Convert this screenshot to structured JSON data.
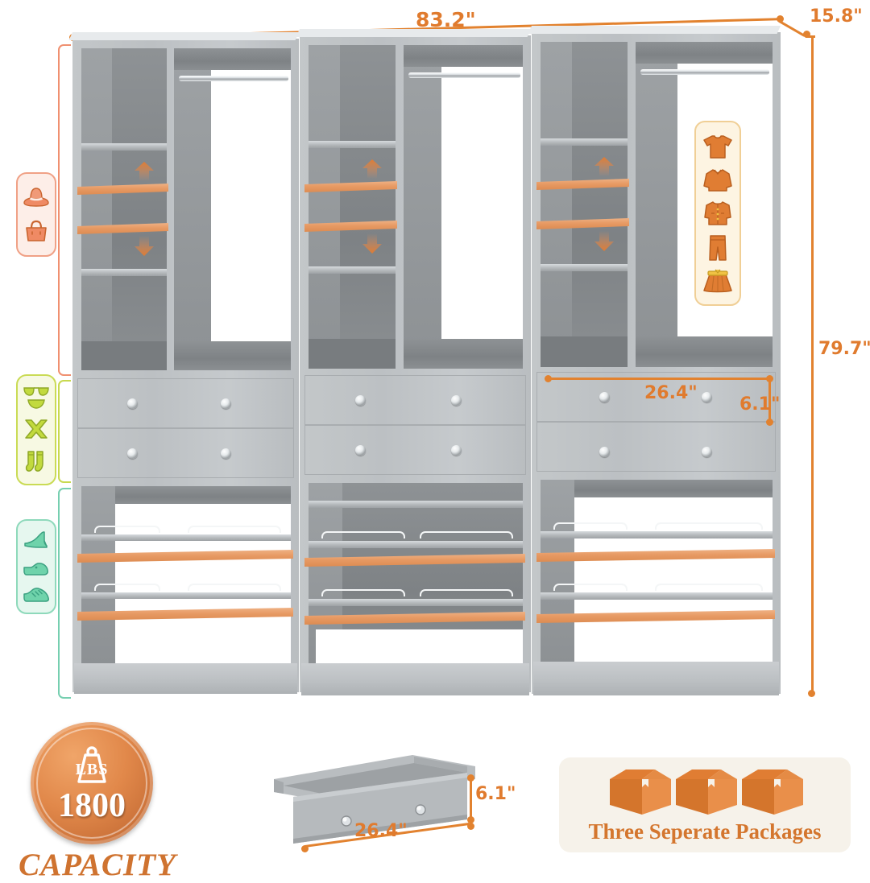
{
  "product": {
    "type": "closet-organizer-system",
    "units": 3
  },
  "dimensions": {
    "width": "83.2\"",
    "depth": "15.8\"",
    "height": "79.7\"",
    "drawer_width": "26.4\"",
    "drawer_height": "6.1\"",
    "drawer_detail_width": "26.4\"",
    "drawer_detail_height": "6.1\""
  },
  "colors": {
    "accent": "#E2822F",
    "dim_text": "#E07B2E",
    "cabinet": "#bfc3c6",
    "shelf_orange": "#e79a64",
    "card_pink_border": "#f0a186",
    "card_lime_border": "#cadb55",
    "card_mint_border": "#8ed9bb",
    "card_cream_border": "#f0cf96",
    "badge_orange": "#d4762e"
  },
  "left_icon_groups": [
    {
      "name": "accessories",
      "style": "pink",
      "icons": [
        "sun-hat-icon",
        "handbag-icon"
      ]
    },
    {
      "name": "intimates",
      "style": "lime",
      "icons": [
        "bikini-icon",
        "underwear-icon",
        "socks-icon"
      ]
    },
    {
      "name": "footwear",
      "style": "mint",
      "icons": [
        "high-heel-icon",
        "dress-shoe-icon",
        "sneaker-icon"
      ]
    }
  ],
  "right_icon_group": {
    "name": "hanging-clothes",
    "style": "cream",
    "icons": [
      "tshirt-icon",
      "sweater-icon",
      "cardigan-icon",
      "pants-icon",
      "skirt-icon"
    ]
  },
  "capacity_badge": {
    "unit_label": "LBS",
    "value": "1800",
    "caption": "CAPACITY",
    "weight_icon": "weight-icon"
  },
  "packages_badge": {
    "label": "Three Seperate Packages",
    "box_count": 3,
    "box_icon": "cardboard-box-icon"
  },
  "features": {
    "adjustable_shelf_up": "up-arrow-icon",
    "adjustable_shelf_down": "down-arrow-icon",
    "hanging_rod": "hanging-rod-icon",
    "drawers_per_unit": 2,
    "knobs_per_drawer": 2,
    "shoe_rails_per_unit": 2
  }
}
